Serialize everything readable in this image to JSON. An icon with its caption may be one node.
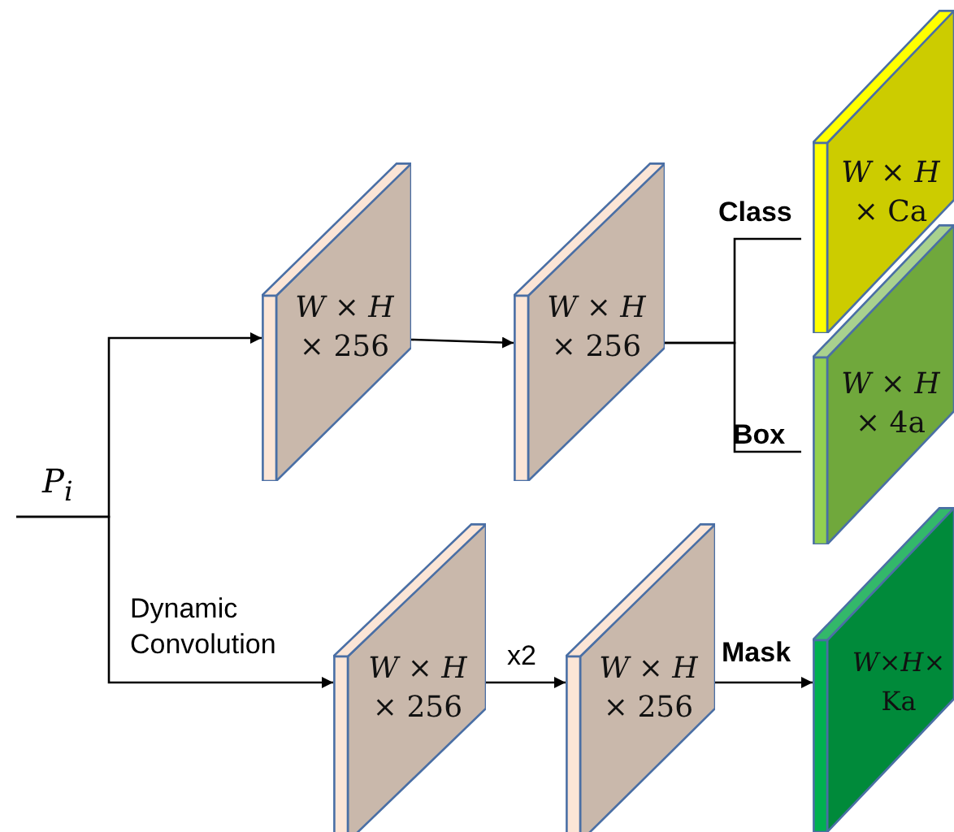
{
  "diagram": {
    "nodes": [
      {
        "text": [
          "*W* × *H* × 256"
        ]
      },
      {
        "text": [
          "*W* × *H* × 256"
        ]
      },
      {
        "text": [
          "*W* × *H* × Ca"
        ]
      },
      {
        "text": [
          "*W* × *H* × 4a"
        ]
      },
      {
        "text": [
          "*W* × *H* × 256"
        ]
      },
      {
        "text": [
          "*W* × *H* × 256"
        ]
      },
      {
        "text": [
          "*W*×*H*× Ka"
        ]
      }
    ],
    "edges": [
      {
        "from": null,
        "to": 0,
        "arrow": "to"
      },
      {
        "from": null,
        "to": 4,
        "arrow": "to",
        "label": "Dynamic Convolution"
      },
      {
        "from": 0,
        "to": 1,
        "arrow": "to"
      },
      {
        "from": 1,
        "to": 2,
        "arrow": "none",
        "label": "Class"
      },
      {
        "from": 1,
        "to": 3,
        "arrow": "none",
        "label": "Box"
      },
      {
        "from": 4,
        "to": 5,
        "arrow": "to",
        "label": "x2"
      },
      {
        "from": 5,
        "to": 6,
        "arrow": "to",
        "label": "Mask"
      }
    ],
    "labels": [
      "*P*$_{i}$"
    ]
  }
}
